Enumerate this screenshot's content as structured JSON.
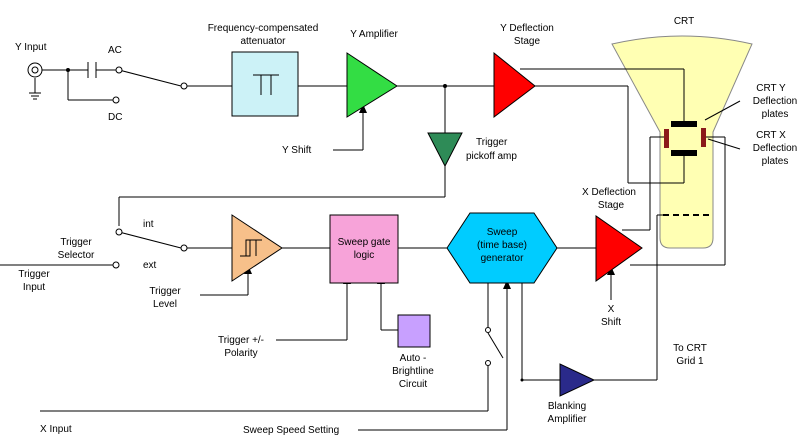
{
  "labels": {
    "y_input": "Y Input",
    "ac": "AC",
    "dc": "DC",
    "attenuator_line1": "Frequency-compensated",
    "attenuator_line2": "attenuator",
    "y_amplifier": "Y Amplifier",
    "y_deflection_line1": "Y Deflection",
    "y_deflection_line2": "Stage",
    "crt": "CRT",
    "crt_y_line1": "CRT Y",
    "crt_y_line2": "Deflection",
    "crt_y_line3": "plates",
    "crt_x_line1": "CRT X",
    "crt_x_line2": "Deflection",
    "crt_x_line3": "plates",
    "y_shift": "Y Shift",
    "trigger_pickoff_line1": "Trigger",
    "trigger_pickoff_line2": "pickoff amp",
    "x_deflection_line1": "X Deflection",
    "x_deflection_line2": "Stage",
    "trigger_selector_line1": "Trigger",
    "trigger_selector_line2": "Selector",
    "int": "int",
    "ext": "ext",
    "trigger_input_line1": "Trigger",
    "trigger_input_line2": "Input",
    "sweep_gate_line1": "Sweep gate",
    "sweep_gate_line2": "logic",
    "sweep_line1": "Sweep",
    "sweep_line2": "(time base)",
    "sweep_line3": "generator",
    "trigger_level_line1": "Trigger",
    "trigger_level_line2": "Level",
    "x_shift_line1": "X",
    "x_shift_line2": "Shift",
    "trigger_polarity_line1": "Trigger +/-",
    "trigger_polarity_line2": "Polarity",
    "auto_brightline_line1": "Auto -",
    "auto_brightline_line2": "Brightline",
    "auto_brightline_line3": "Circuit",
    "to_crt_line1": "To CRT",
    "to_crt_line2": "Grid 1",
    "blanking_line1": "Blanking",
    "blanking_line2": "Amplifier",
    "x_input": "X Input",
    "sweep_speed": "Sweep Speed Setting"
  },
  "colors": {
    "attenuator": "#ccf2f7",
    "y_amplifier": "#33dd44",
    "y_deflection": "#ff0000",
    "crt": "#ffffb3",
    "plates": "#8b1a1a",
    "trigger_pickoff": "#2e8b57",
    "trigger_level_amp": "#f7c08a",
    "sweep_gate": "#f7a3d9",
    "sweep_generator": "#00ccff",
    "x_deflection": "#ff0000",
    "blanking": "#2a2a8a",
    "auto_brightline": "#c8a0ff"
  }
}
